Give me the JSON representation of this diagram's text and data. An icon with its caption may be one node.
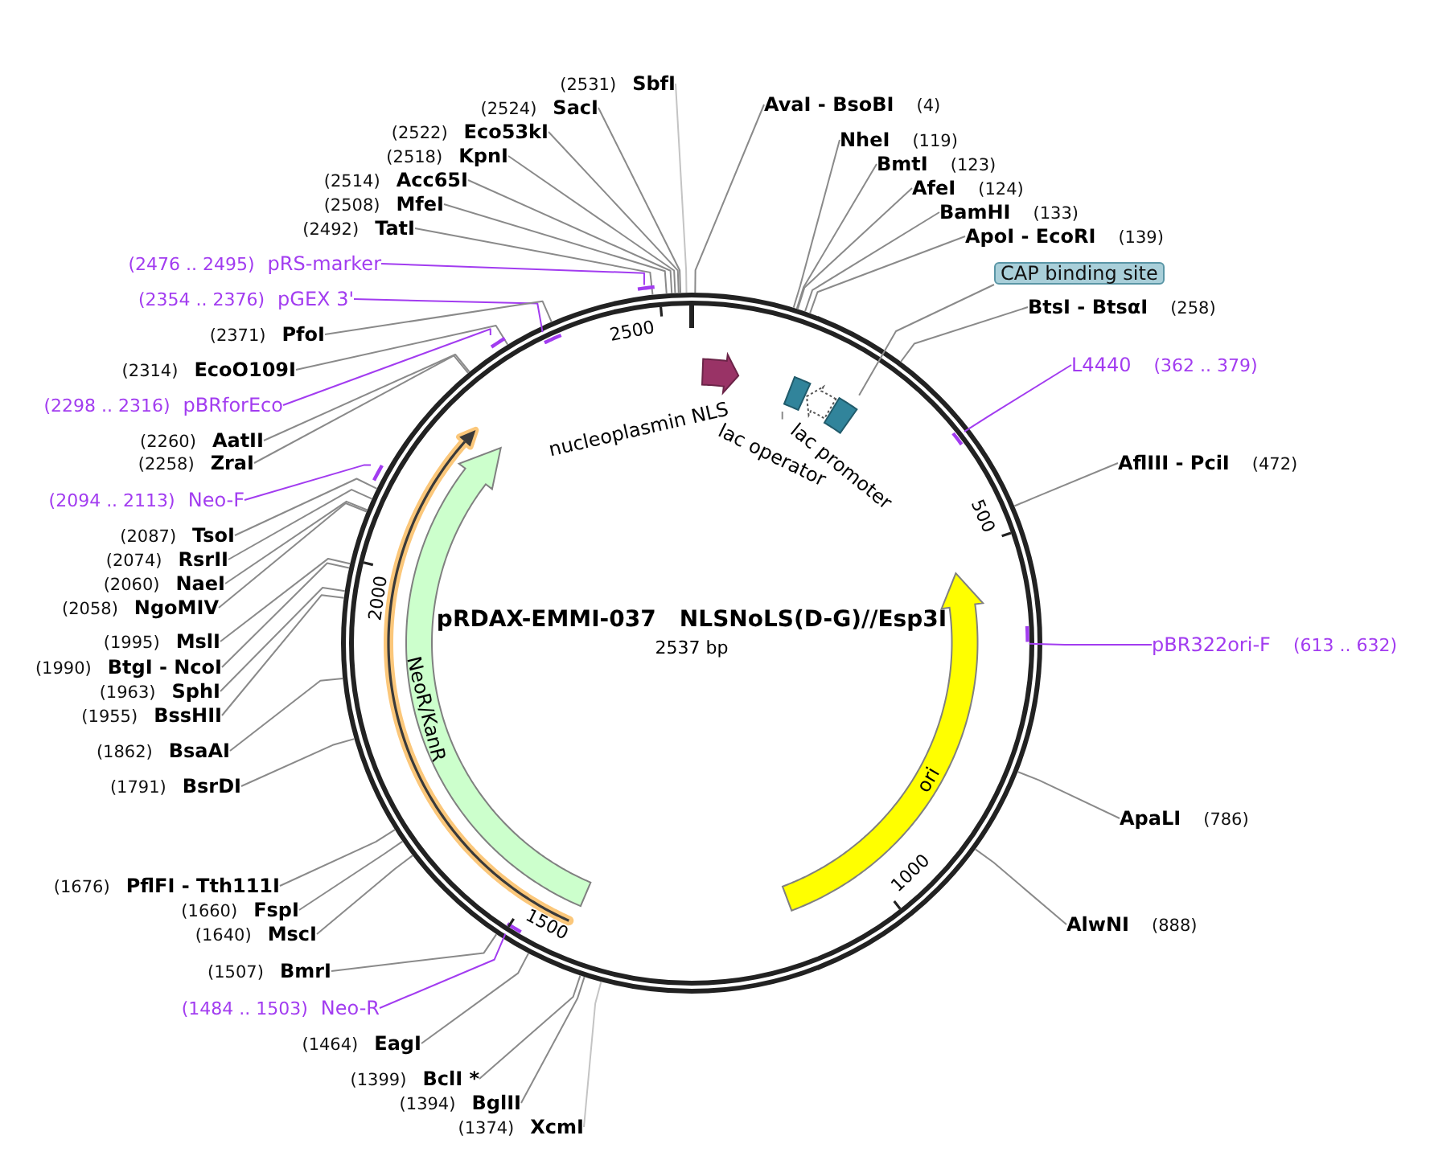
{
  "diagram": {
    "title": "pRDAX-EMMI-037   NLSNoLS(D-G)//Esp3I",
    "nodes": [
      {
        "text": [
          "(2531)",
          "SbfI"
        ]
      },
      {
        "text": [
          "(2524)",
          "SacI"
        ]
      },
      {
        "text": [
          "(2522)",
          "Eco53kI"
        ]
      },
      {
        "text": [
          "(2518)",
          "KpnI"
        ]
      },
      {
        "text": [
          "(2514)",
          "Acc65I"
        ]
      },
      {
        "text": [
          "(2508)",
          "MfeI"
        ]
      },
      {
        "text": [
          "(2492)",
          "TatI"
        ]
      },
      {
        "text": [
          "(2476 .. 2495)",
          "pRS-marker"
        ]
      },
      {
        "text": [
          "(2354 .. 2376)",
          "pGEX 3'"
        ]
      },
      {
        "text": [
          "(2371)",
          "PfoI"
        ]
      },
      {
        "text": [
          "(2314)",
          "EcoO109I"
        ]
      },
      {
        "text": [
          "(2298 .. 2316)",
          "pBRforEco"
        ]
      },
      {
        "text": [
          "(2260)",
          "AatII"
        ]
      },
      {
        "text": [
          "(2258)",
          "ZraI"
        ]
      },
      {
        "text": [
          "(2094 .. 2113)",
          "Neo-F"
        ]
      },
      {
        "text": [
          "(2087)",
          "TsoI"
        ]
      },
      {
        "text": [
          "(2074)",
          "RsrII"
        ]
      },
      {
        "text": [
          "(2060)",
          "NaeI"
        ]
      },
      {
        "text": [
          "(2058)",
          "NgoMIV"
        ]
      },
      {
        "text": [
          "(1995)",
          "MslI"
        ]
      },
      {
        "text": [
          "(1990)",
          "BtgI - NcoI"
        ]
      },
      {
        "text": [
          "(1963)",
          "SphI"
        ]
      },
      {
        "text": [
          "(1955)",
          "BssHII"
        ]
      },
      {
        "text": [
          "(1862)",
          "BsaAI"
        ]
      },
      {
        "text": [
          "(1791)",
          "BsrDI"
        ]
      },
      {
        "text": [
          "(1676)",
          "PflFI - Tth111I"
        ]
      },
      {
        "text": [
          "(1660)",
          "FspI"
        ]
      },
      {
        "text": [
          "(1640)",
          "MscI"
        ]
      },
      {
        "text": [
          "(1507)",
          "BmrI"
        ]
      },
      {
        "text": [
          "(1484 .. 1503)",
          "Neo-R"
        ]
      },
      {
        "text": [
          "(1464)",
          "EagI"
        ]
      },
      {
        "text": [
          "(1399)",
          "BclI *"
        ]
      },
      {
        "text": [
          "(1394)",
          "BglII"
        ]
      },
      {
        "text": [
          "(1374)",
          "XcmI"
        ]
      },
      {
        "text": [
          "AvaI - BsoBI",
          "(4)"
        ]
      },
      {
        "text": [
          "NheI",
          "(119)"
        ]
      },
      {
        "text": [
          "BmtI",
          "(123)"
        ]
      },
      {
        "text": [
          "AfeI",
          "(124)"
        ]
      },
      {
        "text": [
          "BamHI",
          "(133)"
        ]
      },
      {
        "text": [
          "ApoI - EcoRI",
          "(139)"
        ]
      },
      {
        "text": [
          "CAP binding site"
        ]
      },
      {
        "text": [
          "BtsI - BtsαI",
          "(258)"
        ]
      },
      {
        "text": [
          "L4440",
          "(362 .. 379)"
        ]
      },
      {
        "text": [
          "AflIII - PciI",
          "(472)"
        ]
      },
      {
        "text": [
          "pBR322ori-F",
          "(613 .. 632)"
        ]
      },
      {
        "text": [
          "ApaLI",
          "(786)"
        ]
      },
      {
        "text": [
          "AlwNI",
          "(888)"
        ]
      },
      {
        "text": [],
        "shape": "circle"
      },
      {
        "text": [],
        "shape": "arrow",
        "beside": [
          "nucleoplasmin NLS"
        ],
        "in": 47
      },
      {
        "text": [],
        "shape": "box",
        "in": 47
      },
      {
        "text": [],
        "shape": "arrow",
        "beside": [
          "lac promoter"
        ],
        "in": 47
      },
      {
        "text": [],
        "shape": "box",
        "in": 47
      },
      {
        "text": [
          "lac operator"
        ],
        "in": 47
      },
      {
        "text": [
          "NeoR/KanR"
        ],
        "in": 47
      },
      {
        "text": [],
        "shape": "arrow",
        "in": 47
      },
      {
        "text": [
          "ori"
        ],
        "in": 47
      },
      {
        "text": [],
        "shape": "bar"
      },
      {
        "text": [],
        "shape": "bar",
        "in": 47
      },
      {
        "text": [],
        "shape": "bar"
      },
      {
        "text": [],
        "shape": "bar"
      },
      {
        "text": [],
        "shape": "bar",
        "in": 47
      },
      {
        "text": [],
        "shape": "bar",
        "in": 47
      },
      {
        "text": [],
        "shape": "bar",
        "in": 47
      }
    ],
    "edges": [
      {
        "from": 0,
        "to": 47,
        "arrow": "none",
        "color": "#c4c4c4"
      },
      {
        "from": 1,
        "to": 47,
        "arrow": "none"
      },
      {
        "from": 2,
        "to": 47,
        "arrow": "none"
      },
      {
        "from": 3,
        "to": 47,
        "arrow": "none"
      },
      {
        "from": 4,
        "to": 47,
        "arrow": "none"
      },
      {
        "from": 5,
        "to": 47,
        "arrow": "none"
      },
      {
        "from": 6,
        "to": 47,
        "arrow": "none"
      },
      {
        "from": 7,
        "to": 56,
        "arrow": "none",
        "color": "#a23cf0"
      },
      {
        "from": 8,
        "to": 57,
        "arrow": "none",
        "color": "#a23cf0"
      },
      {
        "from": 9,
        "to": 47,
        "arrow": "none"
      },
      {
        "from": 10,
        "to": 47,
        "arrow": "none"
      },
      {
        "from": 11,
        "to": 58,
        "arrow": "none",
        "color": "#a23cf0"
      },
      {
        "from": 12,
        "to": 47,
        "arrow": "none"
      },
      {
        "from": 13,
        "to": 47,
        "arrow": "none"
      },
      {
        "from": 14,
        "to": 59,
        "arrow": "none",
        "color": "#a23cf0"
      },
      {
        "from": 15,
        "to": 47,
        "arrow": "none"
      },
      {
        "from": 16,
        "to": 47,
        "arrow": "none"
      },
      {
        "from": 17,
        "to": 47,
        "arrow": "none"
      },
      {
        "from": 18,
        "to": 47,
        "arrow": "none"
      },
      {
        "from": 19,
        "to": 47,
        "arrow": "none"
      },
      {
        "from": 20,
        "to": 47,
        "arrow": "none"
      },
      {
        "from": 21,
        "to": 47,
        "arrow": "none"
      },
      {
        "from": 22,
        "to": 47,
        "arrow": "none"
      },
      {
        "from": 23,
        "to": 47,
        "arrow": "none"
      },
      {
        "from": 24,
        "to": 47,
        "arrow": "none"
      },
      {
        "from": 25,
        "to": 47,
        "arrow": "none"
      },
      {
        "from": 26,
        "to": 47,
        "arrow": "none"
      },
      {
        "from": 27,
        "to": 47,
        "arrow": "none"
      },
      {
        "from": 28,
        "to": 47,
        "arrow": "none"
      },
      {
        "from": 29,
        "to": 60,
        "arrow": "none",
        "color": "#a23cf0"
      },
      {
        "from": 30,
        "to": 47,
        "arrow": "none"
      },
      {
        "from": 31,
        "to": 47,
        "arrow": "none"
      },
      {
        "from": 32,
        "to": 47,
        "arrow": "none"
      },
      {
        "from": 33,
        "to": 47,
        "arrow": "none",
        "color": "#c4c4c4"
      },
      {
        "from": 34,
        "to": 47,
        "arrow": "none"
      },
      {
        "from": 35,
        "to": 47,
        "arrow": "none"
      },
      {
        "from": 36,
        "to": 47,
        "arrow": "none"
      },
      {
        "from": 37,
        "to": 47,
        "arrow": "none"
      },
      {
        "from": 38,
        "to": 47,
        "arrow": "none"
      },
      {
        "from": 39,
        "to": 47,
        "arrow": "none"
      },
      {
        "from": 40,
        "to": 51,
        "arrow": "none"
      },
      {
        "from": 41,
        "to": 47,
        "arrow": "none"
      },
      {
        "from": 42,
        "to": 61,
        "arrow": "none",
        "color": "#a23cf0"
      },
      {
        "from": 43,
        "to": 47,
        "arrow": "none"
      },
      {
        "from": 44,
        "to": 62,
        "arrow": "none",
        "color": "#a23cf0"
      },
      {
        "from": 45,
        "to": 47,
        "arrow": "none"
      },
      {
        "from": 46,
        "to": 47,
        "arrow": "none"
      },
      {
        "from": 52,
        "to": 49,
        "arrow": "none"
      }
    ],
    "labels": [
      "2500",
      "500",
      "2000",
      "2537 bp",
      "1000",
      "1500"
    ]
  }
}
